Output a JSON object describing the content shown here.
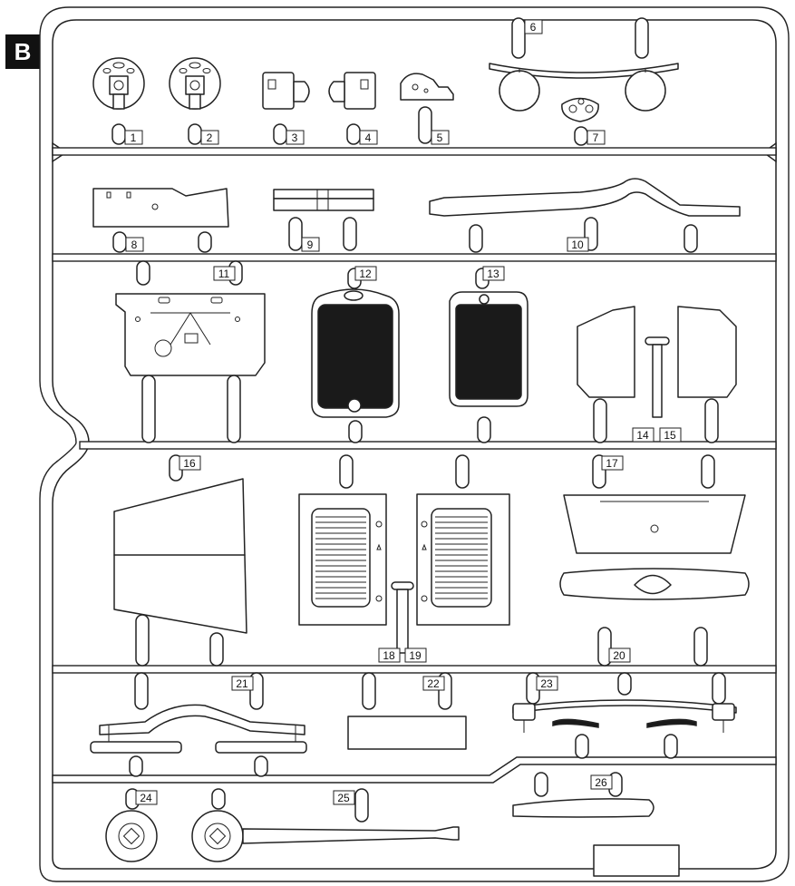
{
  "sheet": {
    "letter": "B",
    "parts": [
      {
        "number": "1",
        "name": "part-1"
      },
      {
        "number": "2",
        "name": "part-2"
      },
      {
        "number": "3",
        "name": "part-3"
      },
      {
        "number": "4",
        "name": "part-4"
      },
      {
        "number": "5",
        "name": "part-5"
      },
      {
        "number": "6",
        "name": "part-6"
      },
      {
        "number": "7",
        "name": "part-7"
      },
      {
        "number": "8",
        "name": "part-8"
      },
      {
        "number": "9",
        "name": "part-9"
      },
      {
        "number": "10",
        "name": "part-10"
      },
      {
        "number": "11",
        "name": "part-11"
      },
      {
        "number": "12",
        "name": "part-12"
      },
      {
        "number": "13",
        "name": "part-13"
      },
      {
        "number": "14",
        "name": "part-14"
      },
      {
        "number": "15",
        "name": "part-15"
      },
      {
        "number": "16",
        "name": "part-16"
      },
      {
        "number": "17",
        "name": "part-17"
      },
      {
        "number": "18",
        "name": "part-18"
      },
      {
        "number": "19",
        "name": "part-19"
      },
      {
        "number": "20",
        "name": "part-20"
      },
      {
        "number": "21",
        "name": "part-21"
      },
      {
        "number": "22",
        "name": "part-22"
      },
      {
        "number": "23",
        "name": "part-23"
      },
      {
        "number": "24",
        "name": "part-24"
      },
      {
        "number": "25",
        "name": "part-25"
      },
      {
        "number": "26",
        "name": "part-26"
      }
    ]
  }
}
